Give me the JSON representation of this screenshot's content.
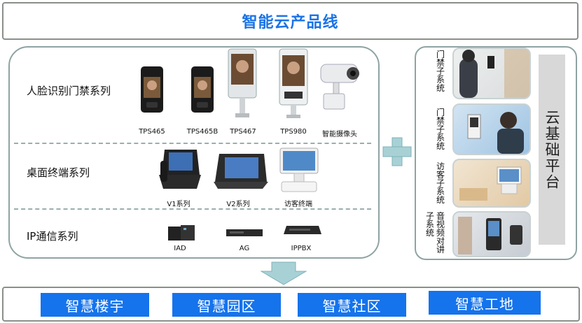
{
  "title": "智能云产品线",
  "rows": [
    {
      "label": "人脸识别门禁系列",
      "products": [
        "TPS465",
        "TPS465B",
        "TPS467",
        "TPS980",
        "智能摄像头"
      ]
    },
    {
      "label": "桌面终端系列",
      "products": [
        "V1系列",
        "V2系列",
        "访客终端"
      ]
    },
    {
      "label": "IP通信系列",
      "products": [
        "IAD",
        "AG",
        "IPPBX"
      ]
    }
  ],
  "subsystems": [
    {
      "label": "门禁子系统"
    },
    {
      "label": "门禁子系统"
    },
    {
      "label": "访客子系统"
    },
    {
      "label_line1": "音视频对讲",
      "label_line2": "子系统"
    }
  ],
  "cloud_platform": "云基础平台",
  "solutions": [
    "智慧楼宇",
    "智慧园区",
    "智慧社区",
    "智慧工地"
  ],
  "colors": {
    "accent": "#1a73e8",
    "solution_bg": "#1573ec",
    "connector": "#a8d1d6",
    "panel_border": "#8fa3a3"
  }
}
